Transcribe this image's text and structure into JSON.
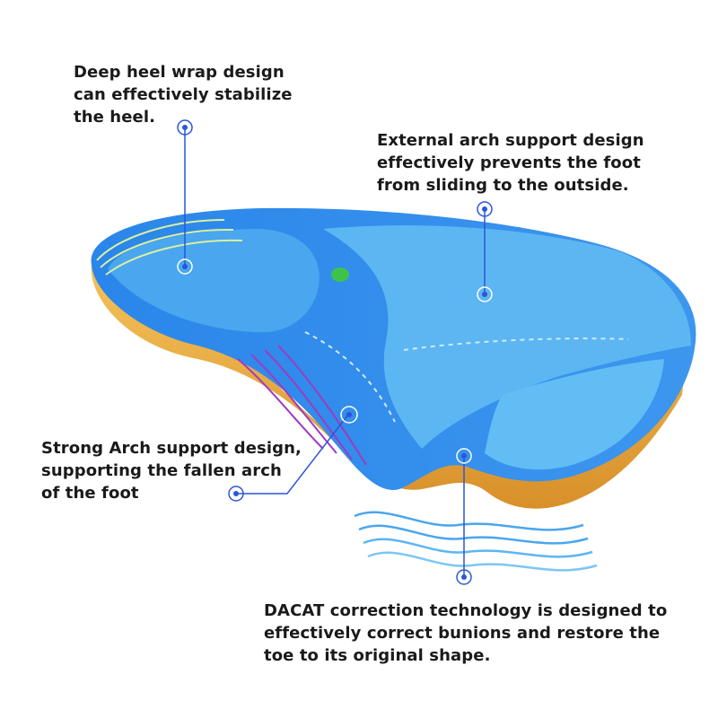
{
  "callouts": {
    "heel_wrap": {
      "lines": [
        "Deep heel wrap design",
        "can effectively stabilize",
        "the heel."
      ]
    },
    "external_arch": {
      "lines": [
        "External arch support design",
        "effectively prevents the foot",
        "from sliding to the outside."
      ]
    },
    "strong_arch": {
      "lines": [
        "Strong Arch support design,",
        "supporting the fallen arch",
        "of the foot"
      ]
    },
    "dacat": {
      "lines": [
        "DACAT correction technology is designed to",
        "effectively correct bunions and restore the",
        "toe to its original shape."
      ]
    }
  },
  "colors": {
    "insole_blue": "#2f7fe6",
    "insole_light_blue": "#58b4f0",
    "insole_royal": "#1f5fd6",
    "base_tan": "#e8a832",
    "leader_line": "#2a56d8"
  }
}
